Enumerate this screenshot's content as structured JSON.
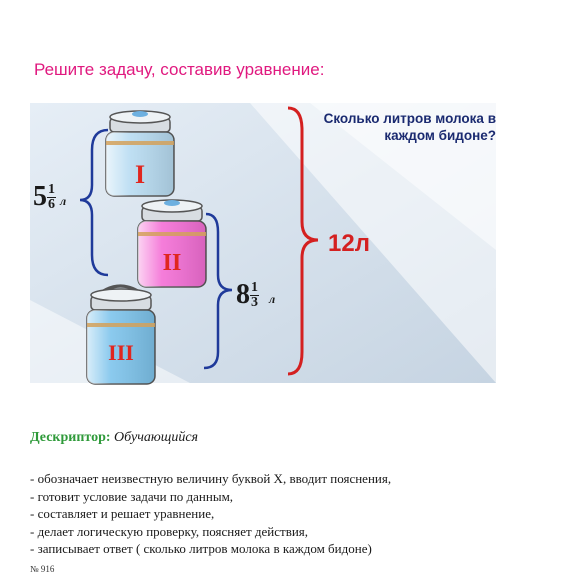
{
  "task": {
    "title": "Решите задачу, составив уравнение:",
    "question": "Сколько литров молока в каждом бидоне?",
    "total": "12л"
  },
  "cans": [
    {
      "label": "I",
      "fill_color": "#b8dcf2"
    },
    {
      "label": "II",
      "fill_color": "#f46fd6"
    },
    {
      "label": "III",
      "fill_color": "#7ec4ec"
    }
  ],
  "measures": {
    "first": {
      "whole": "5",
      "numerator": "1",
      "denominator": "6",
      "unit": "л"
    },
    "second": {
      "whole": "8",
      "numerator": "1",
      "denominator": "3",
      "unit": "л"
    }
  },
  "descriptor": {
    "label": "Дескриптор:",
    "subject": "Обучающийся",
    "criteria": [
      "- обозначает неизвестную величину буквой Х, вводит пояснения,",
      "- готовит условие задачи по данным,",
      "- составляет и решает уравнение,",
      "- делает логическую проверку, поясняет действия,",
      "- записывает ответ ( сколько литров молока в каждом бидоне)"
    ],
    "cut_text": "№ 916"
  },
  "colors": {
    "title": "#e0197f",
    "question": "#1a2a70",
    "total": "#d42020",
    "brace_blue": "#1f3a9a",
    "brace_red": "#d42020",
    "descriptor_label": "#2f9a3a"
  }
}
